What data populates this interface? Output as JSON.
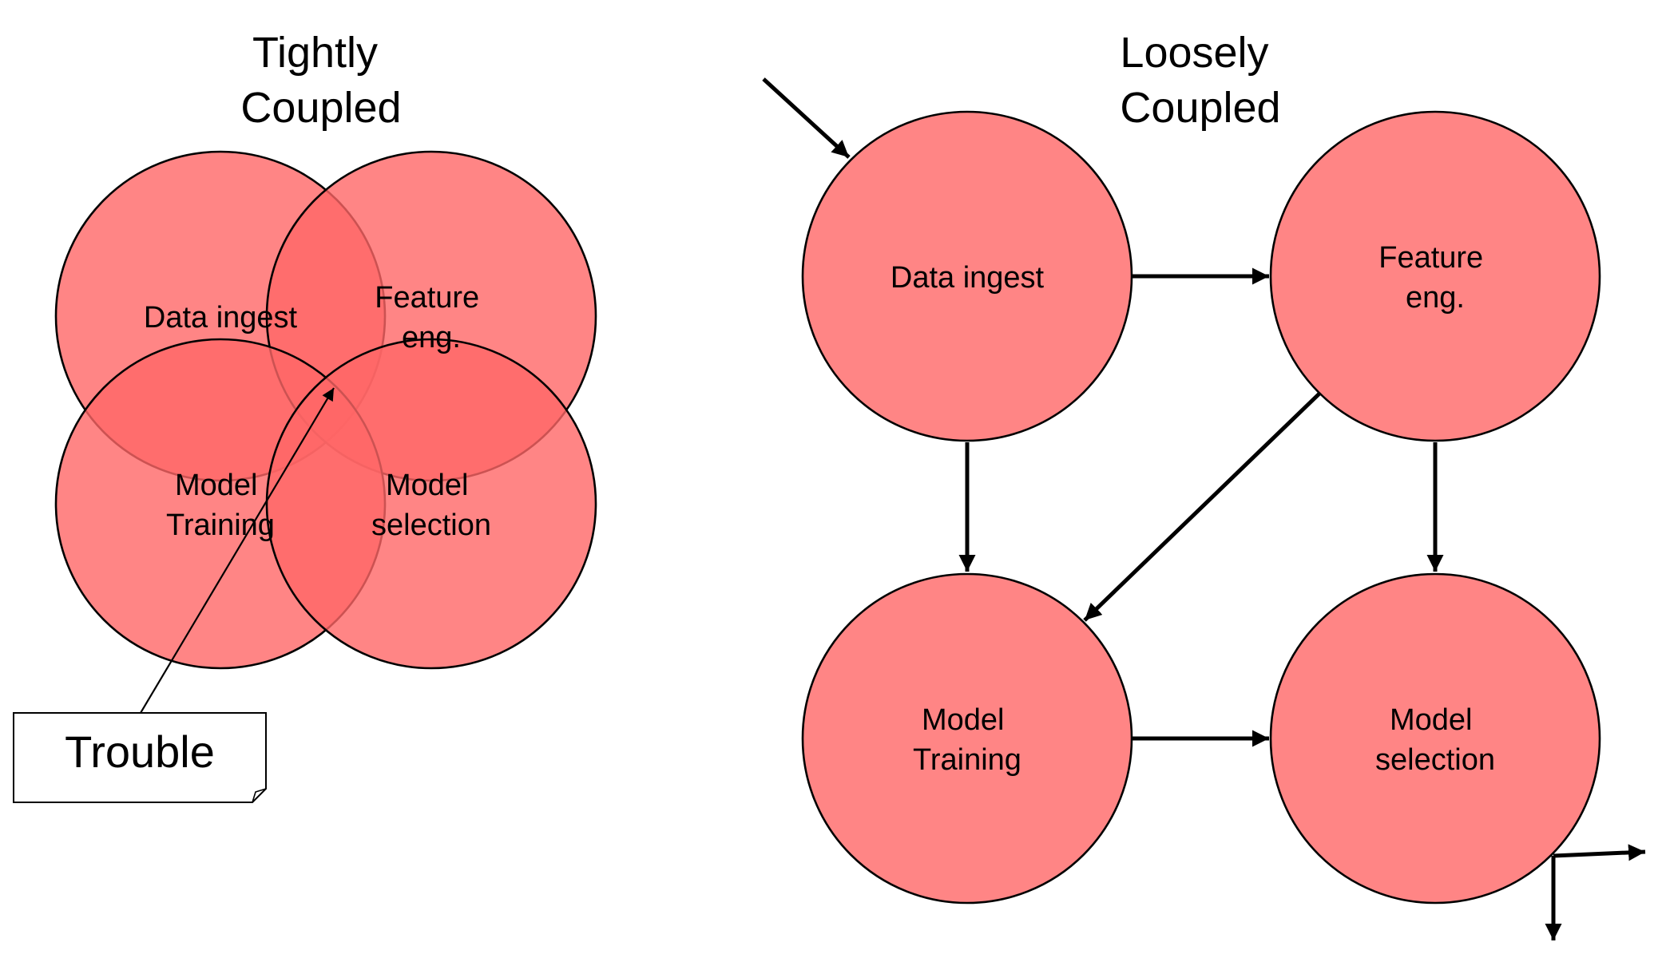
{
  "colors": {
    "node_fill": "#ff6666",
    "node_opacity": 0.8,
    "stroke": "#000000",
    "background": "#ffffff"
  },
  "tight": {
    "title": [
      "Tightly",
      "Coupled"
    ],
    "nodes": [
      {
        "id": "data-ingest",
        "lines": [
          "Data ingest"
        ]
      },
      {
        "id": "feature-eng",
        "lines": [
          "Feature",
          "eng."
        ]
      },
      {
        "id": "model-training",
        "lines": [
          "Model",
          "Training"
        ]
      },
      {
        "id": "model-selection",
        "lines": [
          "Model",
          "selection"
        ]
      }
    ],
    "note": {
      "text": "Trouble"
    }
  },
  "loose": {
    "title": [
      "Loosely",
      "Coupled"
    ],
    "nodes": [
      {
        "id": "data-ingest",
        "lines": [
          "Data ingest"
        ]
      },
      {
        "id": "feature-eng",
        "lines": [
          "Feature",
          "eng."
        ]
      },
      {
        "id": "model-training",
        "lines": [
          "Model",
          "Training"
        ]
      },
      {
        "id": "model-selection",
        "lines": [
          "Model",
          "selection"
        ]
      }
    ],
    "edges": [
      {
        "from": "input",
        "to": "data-ingest"
      },
      {
        "from": "data-ingest",
        "to": "feature-eng"
      },
      {
        "from": "data-ingest",
        "to": "model-training"
      },
      {
        "from": "feature-eng",
        "to": "model-training"
      },
      {
        "from": "feature-eng",
        "to": "model-selection"
      },
      {
        "from": "model-training",
        "to": "model-selection"
      },
      {
        "from": "model-selection",
        "to": "output-right"
      },
      {
        "from": "model-selection",
        "to": "output-down"
      }
    ]
  }
}
